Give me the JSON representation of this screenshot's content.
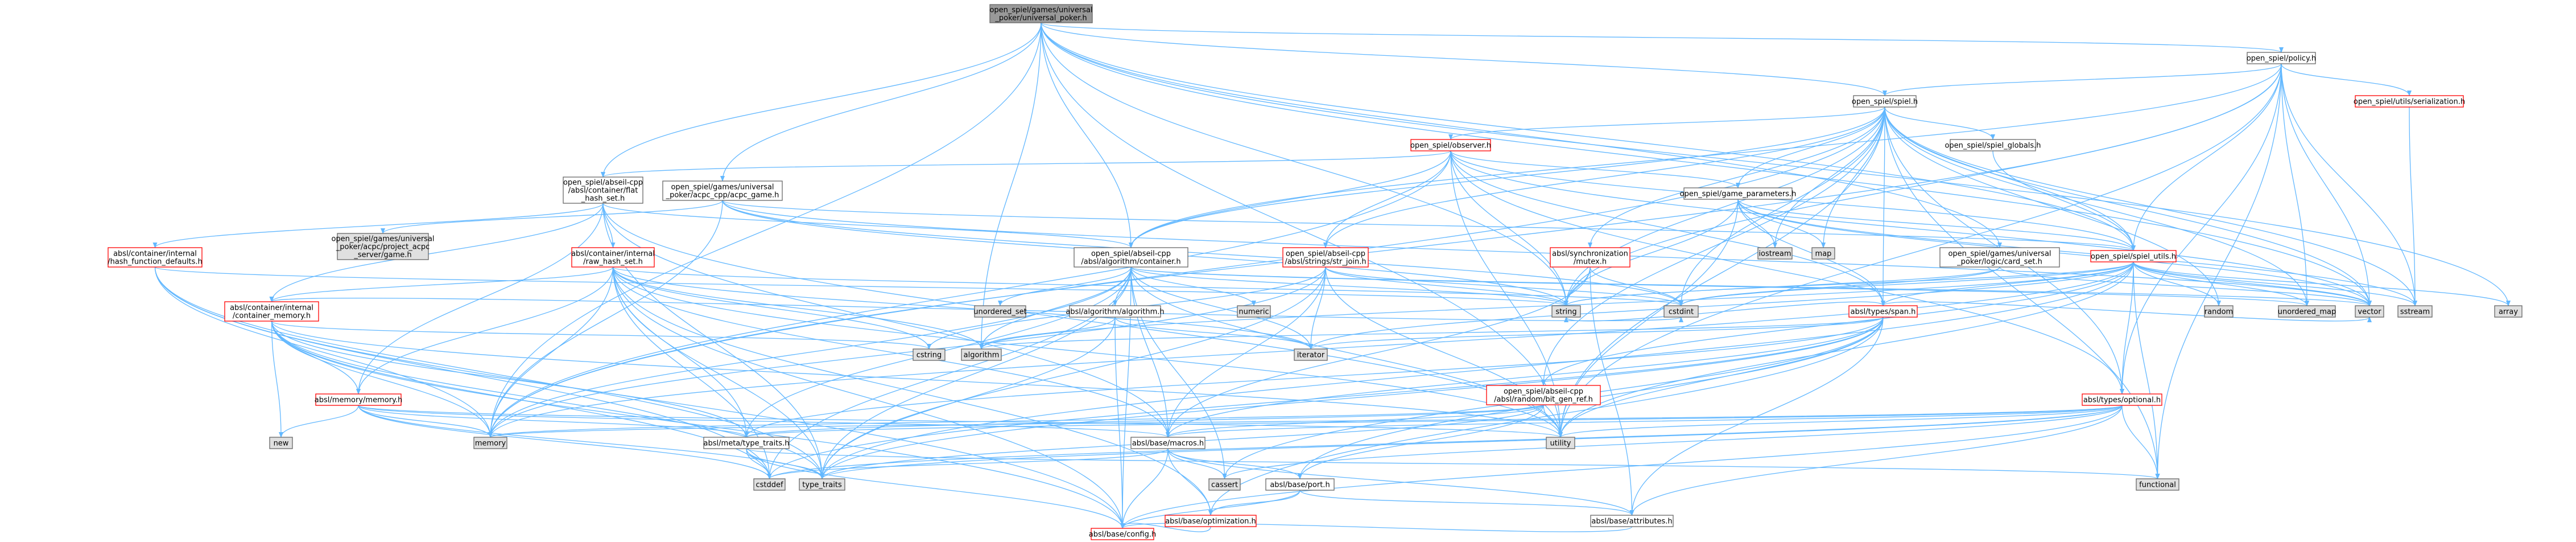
{
  "colors": {
    "edge": "#63b8ff",
    "root_fill": "#999999",
    "node_fill": "#ffffff",
    "system_fill": "#e0e0e0",
    "node_border": "#666666",
    "red_border": "#ff0000"
  },
  "nodes": [
    {
      "id": "root",
      "lines": [
        "open_spiel/games/universal",
        "_poker/universal_poker.h"
      ],
      "kind": "root"
    },
    {
      "id": "policy",
      "lines": [
        "open_spiel/policy.h"
      ],
      "kind": "normal"
    },
    {
      "id": "spiel",
      "lines": [
        "open_spiel/spiel.h"
      ],
      "kind": "normal"
    },
    {
      "id": "serialization",
      "lines": [
        "open_spiel/utils/serialization.h"
      ],
      "kind": "red"
    },
    {
      "id": "observer",
      "lines": [
        "open_spiel/observer.h"
      ],
      "kind": "red"
    },
    {
      "id": "spiel_globals",
      "lines": [
        "open_spiel/spiel_globals.h"
      ],
      "kind": "normal"
    },
    {
      "id": "flat_hash_set",
      "lines": [
        "open_spiel/abseil-cpp",
        "/absl/container/flat",
        "_hash_set.h"
      ],
      "kind": "normal"
    },
    {
      "id": "acpc_game",
      "lines": [
        "open_spiel/games/universal",
        "_poker/acpc_cpp/acpc_game.h"
      ],
      "kind": "normal"
    },
    {
      "id": "game_parameters",
      "lines": [
        "open_spiel/game_parameters.h"
      ],
      "kind": "normal"
    },
    {
      "id": "hash_function_defaults",
      "lines": [
        "absl/container/internal",
        "/hash_function_defaults.h"
      ],
      "kind": "red"
    },
    {
      "id": "acpc_server",
      "lines": [
        "open_spiel/games/universal",
        "_poker/acpc/project_acpc",
        "_server/game.h"
      ],
      "kind": "system"
    },
    {
      "id": "raw_hash_set",
      "lines": [
        "absl/container/internal",
        "/raw_hash_set.h"
      ],
      "kind": "red"
    },
    {
      "id": "container",
      "lines": [
        "open_spiel/abseil-cpp",
        "/absl/algorithm/container.h"
      ],
      "kind": "normal"
    },
    {
      "id": "str_join",
      "lines": [
        "open_spiel/abseil-cpp",
        "/absl/strings/str_join.h"
      ],
      "kind": "red"
    },
    {
      "id": "mutex",
      "lines": [
        "absl/synchronization",
        "/mutex.h"
      ],
      "kind": "red"
    },
    {
      "id": "iostream",
      "lines": [
        "iostream"
      ],
      "kind": "system"
    },
    {
      "id": "map",
      "lines": [
        "map"
      ],
      "kind": "system"
    },
    {
      "id": "card_set",
      "lines": [
        "open_spiel/games/universal",
        "_poker/logic/card_set.h"
      ],
      "kind": "normal"
    },
    {
      "id": "spiel_utils",
      "lines": [
        "open_spiel/spiel_utils.h"
      ],
      "kind": "red"
    },
    {
      "id": "container_memory",
      "lines": [
        "absl/container/internal",
        "/container_memory.h"
      ],
      "kind": "red"
    },
    {
      "id": "unordered_set",
      "lines": [
        "unordered_set"
      ],
      "kind": "system"
    },
    {
      "id": "algorithm_h",
      "lines": [
        "absl/algorithm/algorithm.h"
      ],
      "kind": "normal"
    },
    {
      "id": "numeric",
      "lines": [
        "numeric"
      ],
      "kind": "system"
    },
    {
      "id": "string",
      "lines": [
        "string"
      ],
      "kind": "system"
    },
    {
      "id": "cstdint",
      "lines": [
        "cstdint"
      ],
      "kind": "system"
    },
    {
      "id": "span",
      "lines": [
        "absl/types/span.h"
      ],
      "kind": "red"
    },
    {
      "id": "random",
      "lines": [
        "random"
      ],
      "kind": "system"
    },
    {
      "id": "unordered_map",
      "lines": [
        "unordered_map"
      ],
      "kind": "system"
    },
    {
      "id": "vector",
      "lines": [
        "vector"
      ],
      "kind": "system"
    },
    {
      "id": "sstream",
      "lines": [
        "sstream"
      ],
      "kind": "system"
    },
    {
      "id": "array",
      "lines": [
        "array"
      ],
      "kind": "system"
    },
    {
      "id": "cstring",
      "lines": [
        "cstring"
      ],
      "kind": "system"
    },
    {
      "id": "algorithm",
      "lines": [
        "algorithm"
      ],
      "kind": "system"
    },
    {
      "id": "iterator",
      "lines": [
        "iterator"
      ],
      "kind": "system"
    },
    {
      "id": "memory_h",
      "lines": [
        "absl/memory/memory.h"
      ],
      "kind": "red"
    },
    {
      "id": "bit_gen_ref",
      "lines": [
        "open_spiel/abseil-cpp",
        "/absl/random/bit_gen_ref.h"
      ],
      "kind": "red"
    },
    {
      "id": "optional",
      "lines": [
        "absl/types/optional.h"
      ],
      "kind": "red"
    },
    {
      "id": "new",
      "lines": [
        "new"
      ],
      "kind": "system"
    },
    {
      "id": "memory",
      "lines": [
        "memory"
      ],
      "kind": "system"
    },
    {
      "id": "type_traits_h",
      "lines": [
        "absl/meta/type_traits.h"
      ],
      "kind": "normal"
    },
    {
      "id": "macros",
      "lines": [
        "absl/base/macros.h"
      ],
      "kind": "normal"
    },
    {
      "id": "utility",
      "lines": [
        "utility"
      ],
      "kind": "system"
    },
    {
      "id": "cstddef",
      "lines": [
        "cstddef"
      ],
      "kind": "system"
    },
    {
      "id": "type_traits",
      "lines": [
        "type_traits"
      ],
      "kind": "system"
    },
    {
      "id": "cassert",
      "lines": [
        "cassert"
      ],
      "kind": "system"
    },
    {
      "id": "port",
      "lines": [
        "absl/base/port.h"
      ],
      "kind": "normal"
    },
    {
      "id": "functional",
      "lines": [
        "functional"
      ],
      "kind": "system"
    },
    {
      "id": "optimization",
      "lines": [
        "absl/base/optimization.h"
      ],
      "kind": "red"
    },
    {
      "id": "attributes",
      "lines": [
        "absl/base/attributes.h"
      ],
      "kind": "normal"
    },
    {
      "id": "config",
      "lines": [
        "absl/base/config.h"
      ],
      "kind": "red"
    }
  ],
  "edges": [
    [
      "root",
      "policy"
    ],
    [
      "root",
      "spiel"
    ],
    [
      "root",
      "flat_hash_set"
    ],
    [
      "root",
      "acpc_game"
    ],
    [
      "root",
      "container"
    ],
    [
      "root",
      "card_set"
    ],
    [
      "root",
      "spiel_utils"
    ],
    [
      "root",
      "string"
    ],
    [
      "root",
      "vector"
    ],
    [
      "root",
      "array"
    ],
    [
      "root",
      "algorithm"
    ],
    [
      "root",
      "memory"
    ],
    [
      "root",
      "utility"
    ],
    [
      "policy",
      "spiel"
    ],
    [
      "policy",
      "serialization"
    ],
    [
      "policy",
      "spiel_utils"
    ],
    [
      "policy",
      "string"
    ],
    [
      "policy",
      "vector"
    ],
    [
      "policy",
      "unordered_map"
    ],
    [
      "policy",
      "memory"
    ],
    [
      "policy",
      "utility"
    ],
    [
      "policy",
      "optional"
    ],
    [
      "policy",
      "container"
    ],
    [
      "policy",
      "sstream"
    ],
    [
      "policy",
      "functional"
    ],
    [
      "serialization",
      "sstream"
    ],
    [
      "spiel",
      "observer"
    ],
    [
      "spiel",
      "spiel_globals"
    ],
    [
      "spiel",
      "game_parameters"
    ],
    [
      "spiel",
      "spiel_utils"
    ],
    [
      "spiel",
      "container"
    ],
    [
      "spiel",
      "str_join"
    ],
    [
      "spiel",
      "mutex"
    ],
    [
      "spiel",
      "span"
    ],
    [
      "spiel",
      "optional"
    ],
    [
      "spiel",
      "bit_gen_ref"
    ],
    [
      "spiel",
      "iostream"
    ],
    [
      "spiel",
      "map"
    ],
    [
      "spiel",
      "memory"
    ],
    [
      "spiel",
      "random"
    ],
    [
      "spiel",
      "string"
    ],
    [
      "spiel",
      "unordered_map"
    ],
    [
      "spiel",
      "vector"
    ],
    [
      "spiel",
      "functional"
    ],
    [
      "spiel",
      "cstdint"
    ],
    [
      "spiel",
      "sstream"
    ],
    [
      "spiel",
      "utility"
    ],
    [
      "observer",
      "game_parameters"
    ],
    [
      "observer",
      "spiel_utils"
    ],
    [
      "observer",
      "container"
    ],
    [
      "observer",
      "str_join"
    ],
    [
      "observer",
      "span"
    ],
    [
      "observer",
      "optional"
    ],
    [
      "observer",
      "string"
    ],
    [
      "observer",
      "vector"
    ],
    [
      "observer",
      "utility"
    ],
    [
      "observer",
      "memory"
    ],
    [
      "observer",
      "flat_hash_set"
    ],
    [
      "spiel_globals",
      "spiel_utils"
    ],
    [
      "game_parameters",
      "spiel_utils"
    ],
    [
      "game_parameters",
      "string"
    ],
    [
      "game_parameters",
      "map"
    ],
    [
      "game_parameters",
      "iostream"
    ],
    [
      "game_parameters",
      "span"
    ],
    [
      "game_parameters",
      "utility"
    ],
    [
      "game_parameters",
      "sstream"
    ],
    [
      "game_parameters",
      "vector"
    ],
    [
      "flat_hash_set",
      "hash_function_defaults"
    ],
    [
      "flat_hash_set",
      "raw_hash_set"
    ],
    [
      "flat_hash_set",
      "container_memory"
    ],
    [
      "flat_hash_set",
      "container"
    ],
    [
      "flat_hash_set",
      "memory_h"
    ],
    [
      "flat_hash_set",
      "macros"
    ],
    [
      "flat_hash_set",
      "utility"
    ],
    [
      "flat_hash_set",
      "type_traits"
    ],
    [
      "acpc_game",
      "acpc_server"
    ],
    [
      "acpc_game",
      "string"
    ],
    [
      "acpc_game",
      "memory"
    ],
    [
      "acpc_game",
      "cstdint"
    ],
    [
      "acpc_game",
      "vector"
    ],
    [
      "acpc_game",
      "spiel_utils"
    ],
    [
      "hash_function_defaults",
      "memory"
    ],
    [
      "hash_function_defaults",
      "string"
    ],
    [
      "hash_function_defaults",
      "type_traits"
    ],
    [
      "hash_function_defaults",
      "config"
    ],
    [
      "hash_function_defaults",
      "cstddef"
    ],
    [
      "raw_hash_set",
      "container_memory"
    ],
    [
      "raw_hash_set",
      "memory_h"
    ],
    [
      "raw_hash_set",
      "type_traits_h"
    ],
    [
      "raw_hash_set",
      "macros"
    ],
    [
      "raw_hash_set",
      "utility"
    ],
    [
      "raw_hash_set",
      "algorithm"
    ],
    [
      "raw_hash_set",
      "cstring"
    ],
    [
      "raw_hash_set",
      "iterator"
    ],
    [
      "raw_hash_set",
      "memory"
    ],
    [
      "raw_hash_set",
      "cstdint"
    ],
    [
      "raw_hash_set",
      "cstddef"
    ],
    [
      "raw_hash_set",
      "type_traits"
    ],
    [
      "raw_hash_set",
      "config"
    ],
    [
      "raw_hash_set",
      "optimization"
    ],
    [
      "container",
      "algorithm_h"
    ],
    [
      "container",
      "type_traits_h"
    ],
    [
      "container",
      "macros"
    ],
    [
      "container",
      "algorithm"
    ],
    [
      "container",
      "cassert"
    ],
    [
      "container",
      "iterator"
    ],
    [
      "container",
      "numeric"
    ],
    [
      "container",
      "unordered_set"
    ],
    [
      "container",
      "unordered_map"
    ],
    [
      "container",
      "type_traits"
    ],
    [
      "container",
      "utility"
    ],
    [
      "container",
      "vector"
    ],
    [
      "container",
      "cstddef"
    ],
    [
      "container",
      "config"
    ],
    [
      "container",
      "memory"
    ],
    [
      "container",
      "string"
    ],
    [
      "str_join",
      "string"
    ],
    [
      "str_join",
      "cstdint"
    ],
    [
      "str_join",
      "cstring"
    ],
    [
      "str_join",
      "iterator"
    ],
    [
      "str_join",
      "memory"
    ],
    [
      "str_join",
      "type_traits"
    ],
    [
      "str_join",
      "utility"
    ],
    [
      "str_join",
      "macros"
    ],
    [
      "mutex",
      "string"
    ],
    [
      "mutex",
      "cstdint"
    ],
    [
      "mutex",
      "attributes"
    ],
    [
      "mutex",
      "macros"
    ],
    [
      "card_set",
      "string"
    ],
    [
      "card_set",
      "vector"
    ],
    [
      "card_set",
      "cstdint"
    ],
    [
      "spiel_utils",
      "span"
    ],
    [
      "spiel_utils",
      "optional"
    ],
    [
      "spiel_utils",
      "random"
    ],
    [
      "spiel_utils",
      "unordered_map"
    ],
    [
      "spiel_utils",
      "vector"
    ],
    [
      "spiel_utils",
      "sstream"
    ],
    [
      "spiel_utils",
      "array"
    ],
    [
      "spiel_utils",
      "string"
    ],
    [
      "spiel_utils",
      "functional"
    ],
    [
      "spiel_utils",
      "algorithm"
    ],
    [
      "spiel_utils",
      "bit_gen_ref"
    ],
    [
      "spiel_utils",
      "cstdint"
    ],
    [
      "spiel_utils",
      "iterator"
    ],
    [
      "spiel_utils",
      "memory"
    ],
    [
      "spiel_utils",
      "type_traits"
    ],
    [
      "spiel_utils",
      "utility"
    ],
    [
      "container_memory",
      "memory_h"
    ],
    [
      "container_memory",
      "type_traits_h"
    ],
    [
      "container_memory",
      "utility"
    ],
    [
      "container_memory",
      "new"
    ],
    [
      "container_memory",
      "memory"
    ],
    [
      "container_memory",
      "cstring"
    ],
    [
      "container_memory",
      "cstddef"
    ],
    [
      "container_memory",
      "cstdint"
    ],
    [
      "container_memory",
      "type_traits"
    ],
    [
      "container_memory",
      "config"
    ],
    [
      "container_memory",
      "tuple_placeholder"
    ],
    [
      "algorithm_h",
      "algorithm"
    ],
    [
      "algorithm_h",
      "iterator"
    ],
    [
      "algorithm_h",
      "type_traits"
    ],
    [
      "algorithm_h",
      "config"
    ],
    [
      "span",
      "algorithm"
    ],
    [
      "span",
      "cassert"
    ],
    [
      "span",
      "cstddef"
    ],
    [
      "span",
      "iterator"
    ],
    [
      "span",
      "type_traits"
    ],
    [
      "span",
      "utility"
    ],
    [
      "span",
      "macros"
    ],
    [
      "span",
      "type_traits_h"
    ],
    [
      "span",
      "string"
    ],
    [
      "span",
      "vector"
    ],
    [
      "span",
      "attributes"
    ],
    [
      "span",
      "port"
    ],
    [
      "span",
      "optimization"
    ],
    [
      "memory_h",
      "new"
    ],
    [
      "memory_h",
      "memory"
    ],
    [
      "memory_h",
      "type_traits"
    ],
    [
      "memory_h",
      "utility"
    ],
    [
      "memory_h",
      "cstddef"
    ],
    [
      "memory_h",
      "macros"
    ],
    [
      "memory_h",
      "type_traits_h"
    ],
    [
      "bit_gen_ref",
      "type_traits_h"
    ],
    [
      "bit_gen_ref",
      "macros"
    ],
    [
      "bit_gen_ref",
      "type_traits"
    ],
    [
      "bit_gen_ref",
      "utility"
    ],
    [
      "bit_gen_ref",
      "memory"
    ],
    [
      "bit_gen_ref",
      "port"
    ],
    [
      "optional",
      "macros"
    ],
    [
      "optional",
      "type_traits_h"
    ],
    [
      "optional",
      "utility"
    ],
    [
      "optional",
      "functional"
    ],
    [
      "optional",
      "type_traits"
    ],
    [
      "optional",
      "attributes"
    ],
    [
      "optional",
      "memory"
    ],
    [
      "optional",
      "config"
    ],
    [
      "optional",
      "cassert"
    ],
    [
      "optional",
      "cstddef"
    ],
    [
      "type_traits_h",
      "cstddef"
    ],
    [
      "type_traits_h",
      "type_traits"
    ],
    [
      "type_traits_h",
      "functional"
    ],
    [
      "type_traits_h",
      "config"
    ],
    [
      "macros",
      "cassert"
    ],
    [
      "macros",
      "cstddef"
    ],
    [
      "macros",
      "attributes"
    ],
    [
      "macros",
      "config"
    ],
    [
      "macros",
      "optimization"
    ],
    [
      "macros",
      "port"
    ],
    [
      "port",
      "attributes"
    ],
    [
      "port",
      "config"
    ],
    [
      "port",
      "optimization"
    ],
    [
      "optimization",
      "config"
    ],
    [
      "attributes",
      "config"
    ]
  ]
}
